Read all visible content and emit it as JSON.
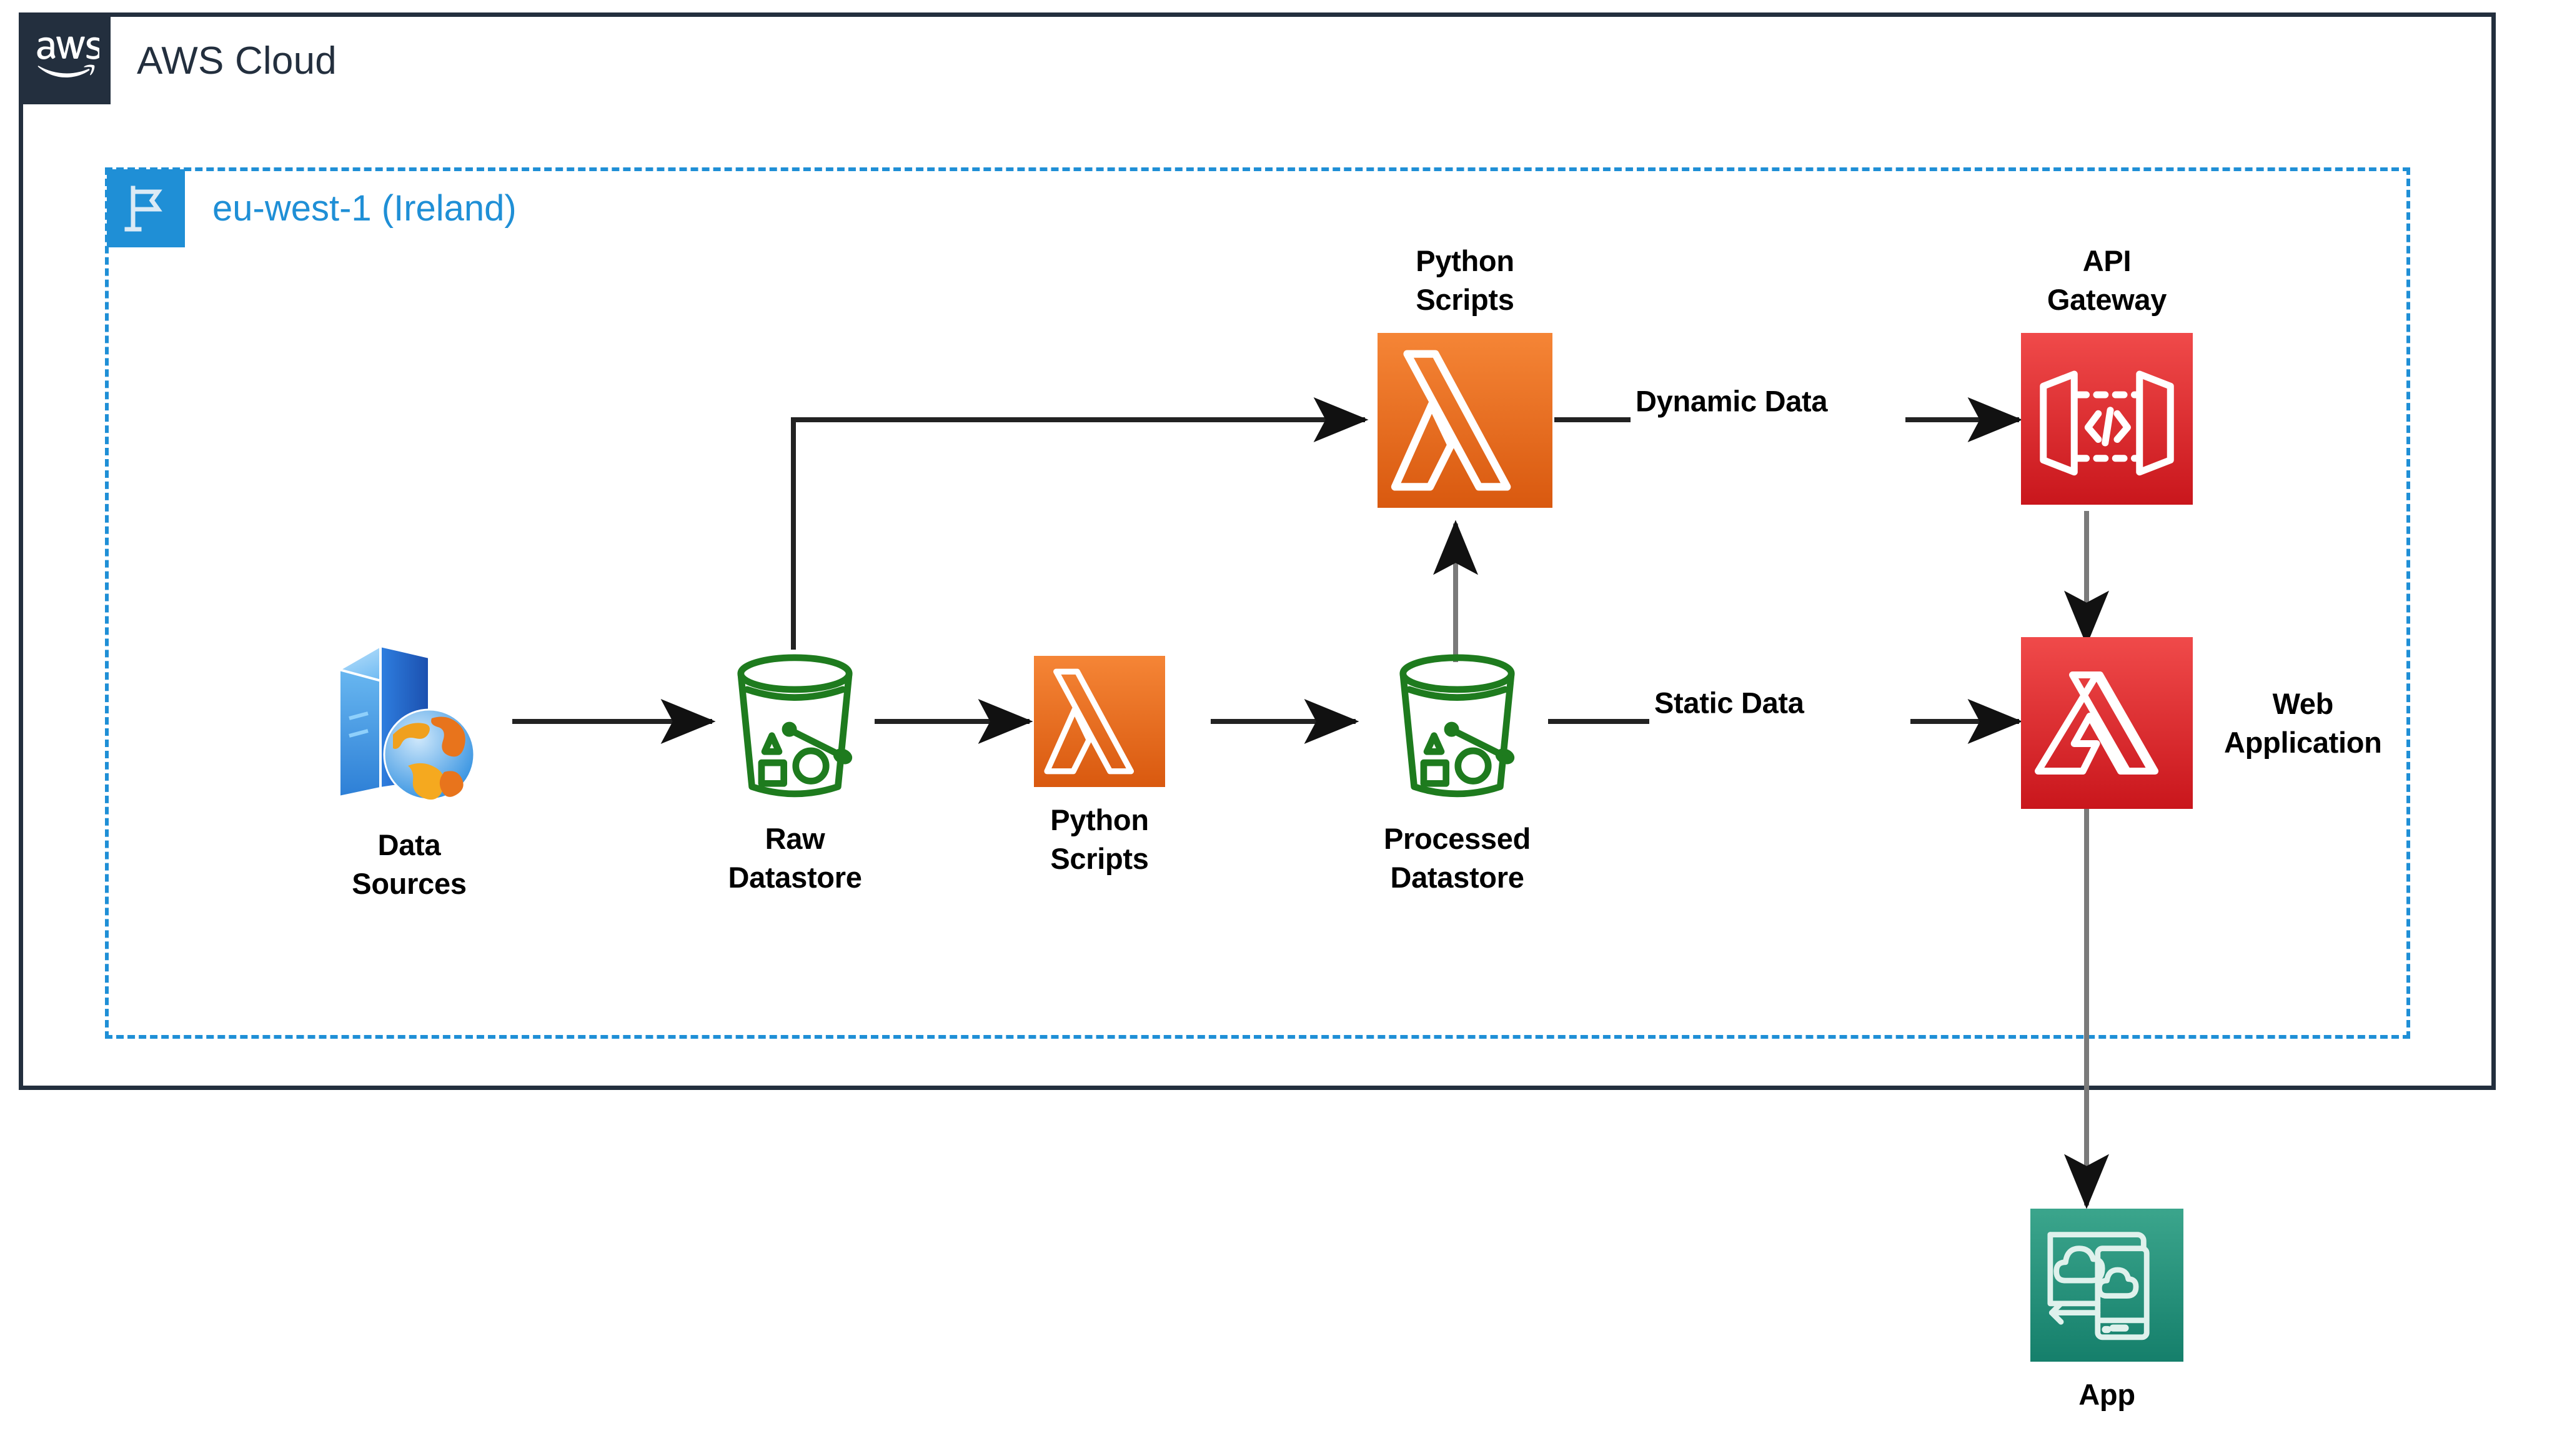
{
  "cloud": {
    "title": "AWS Cloud",
    "logo_icon": "aws-logo-icon",
    "border_color": "#232F3E"
  },
  "region": {
    "title": "eu-west-1 (Ireland)",
    "icon": "region-flag-icon",
    "color": "#1f8fd6"
  },
  "nodes": {
    "data_sources": {
      "label": "Data\nSources",
      "icon": "server-globe-icon"
    },
    "raw_datastore": {
      "label": "Raw Datastore",
      "icon": "s3-bucket-icon",
      "color": "#1E7B1E"
    },
    "python_scripts_lower": {
      "label": "Python\nScripts",
      "icon": "lambda-icon",
      "color": "#E8790F"
    },
    "processed_datastore": {
      "label": "Processed\nDatastore",
      "icon": "s3-bucket-icon",
      "color": "#1E7B1E"
    },
    "python_scripts_upper": {
      "label": "Python\nScripts",
      "icon": "lambda-icon",
      "color": "#E8790F"
    },
    "api_gateway": {
      "label": "API Gateway",
      "icon": "api-gateway-icon",
      "color": "#D9222A"
    },
    "web_application": {
      "label": "Web\nApplication",
      "icon": "amplify-icon",
      "color": "#D9222A"
    },
    "app": {
      "label": "App",
      "icon": "mobile-app-icon",
      "color": "#22856F"
    }
  },
  "edges": {
    "dynamic_data": "Dynamic Data",
    "static_data": "Static Data"
  }
}
